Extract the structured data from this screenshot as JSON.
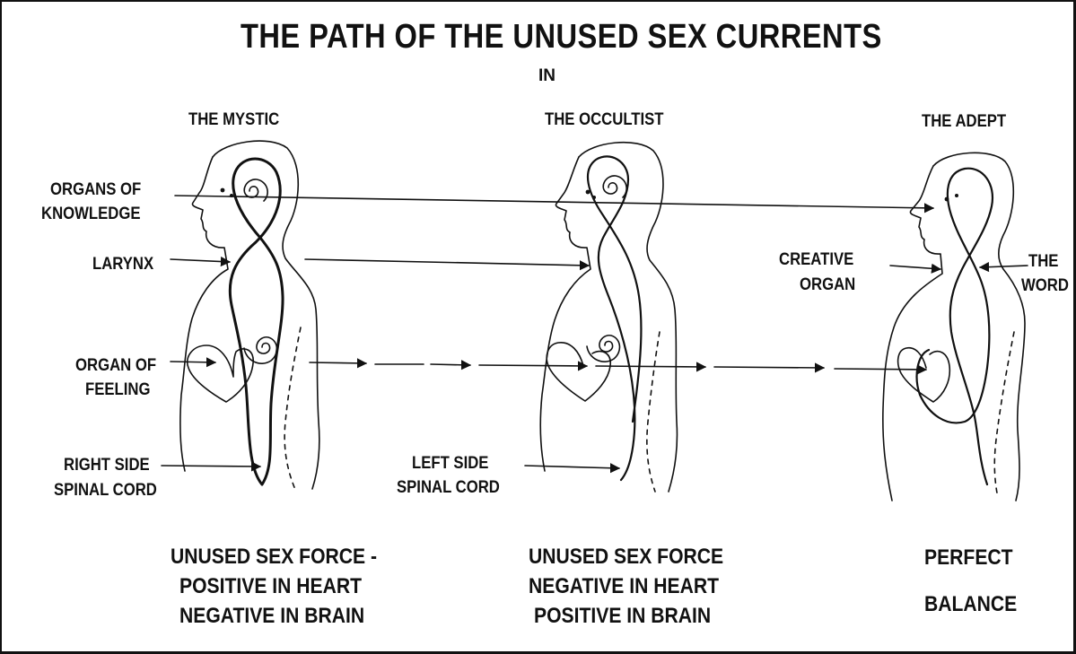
{
  "title": "THE PATH OF THE UNUSED SEX CURRENTS",
  "subtitle": "IN",
  "figures": {
    "mystic": "THE MYSTIC",
    "occultist": "THE OCCULTIST",
    "adept": "THE ADEPT"
  },
  "labels": {
    "organs_of_knowledge": [
      "ORGANS OF",
      "KNOWLEDGE"
    ],
    "larynx": "LARYNX",
    "organ_of_feeling": [
      "ORGAN OF",
      "FEELING"
    ],
    "right_side_spinal_cord": [
      "RIGHT SIDE",
      "SPINAL CORD"
    ],
    "left_side_spinal_cord": [
      "LEFT SIDE",
      "SPINAL CORD"
    ],
    "creative_organ": [
      "CREATIVE",
      "ORGAN"
    ],
    "the_word": [
      "THE",
      "WORD"
    ]
  },
  "captions": {
    "mystic": [
      "UNUSED SEX FORCE -",
      "POSITIVE IN HEART",
      "NEGATIVE IN BRAIN"
    ],
    "occultist": [
      "UNUSED SEX FORCE",
      "NEGATIVE IN HEART",
      "POSITIVE IN BRAIN"
    ],
    "adept": [
      "PERFECT",
      "BALANCE"
    ]
  }
}
